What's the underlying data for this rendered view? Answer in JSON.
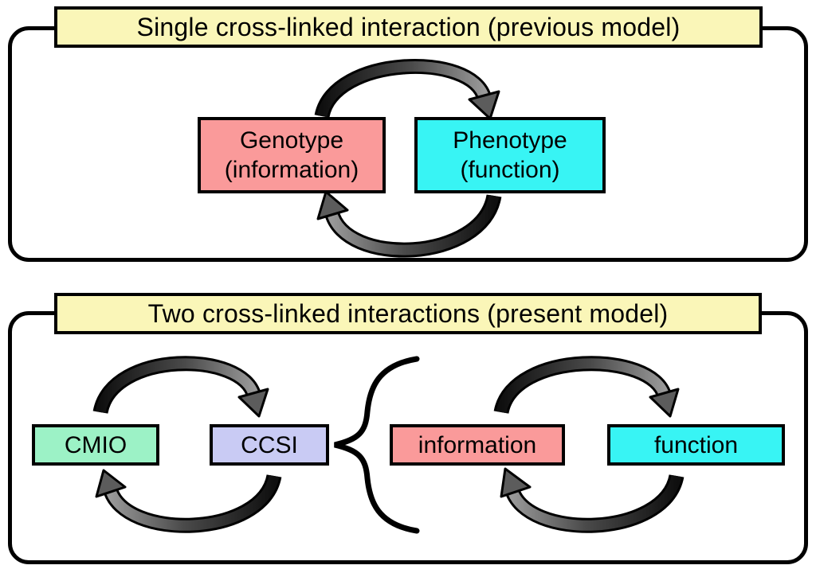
{
  "figure": {
    "type": "diagram",
    "description": "Two stacked rounded panels comparing a previous single cross-linked interaction model with a present two cross-linked interactions model, using cyclic double-arrow loops and a curly brace"
  },
  "panels": [
    {
      "title": "Single cross-linked interaction (previous model)",
      "boxes": [
        {
          "line1": "Genotype",
          "line2": "(information)",
          "color": "#FA9A9A"
        },
        {
          "line1": "Phenotype",
          "line2": "(function)",
          "color": "#38F4F4"
        }
      ]
    },
    {
      "title": "Two cross-linked interactions (present model)",
      "boxes": [
        {
          "label": "CMIO",
          "color": "#9CF2C6"
        },
        {
          "label": "CCSI",
          "color": "#C9CBF4"
        },
        {
          "label": "information",
          "color": "#FA9A9A"
        },
        {
          "label": "function",
          "color": "#38F4F4"
        }
      ]
    }
  ],
  "colors": {
    "title_fill": "#FAF6B8",
    "border": "#000000",
    "background": "#FFFFFF",
    "arrow_dark": "#101010",
    "arrow_light": "#999999"
  }
}
